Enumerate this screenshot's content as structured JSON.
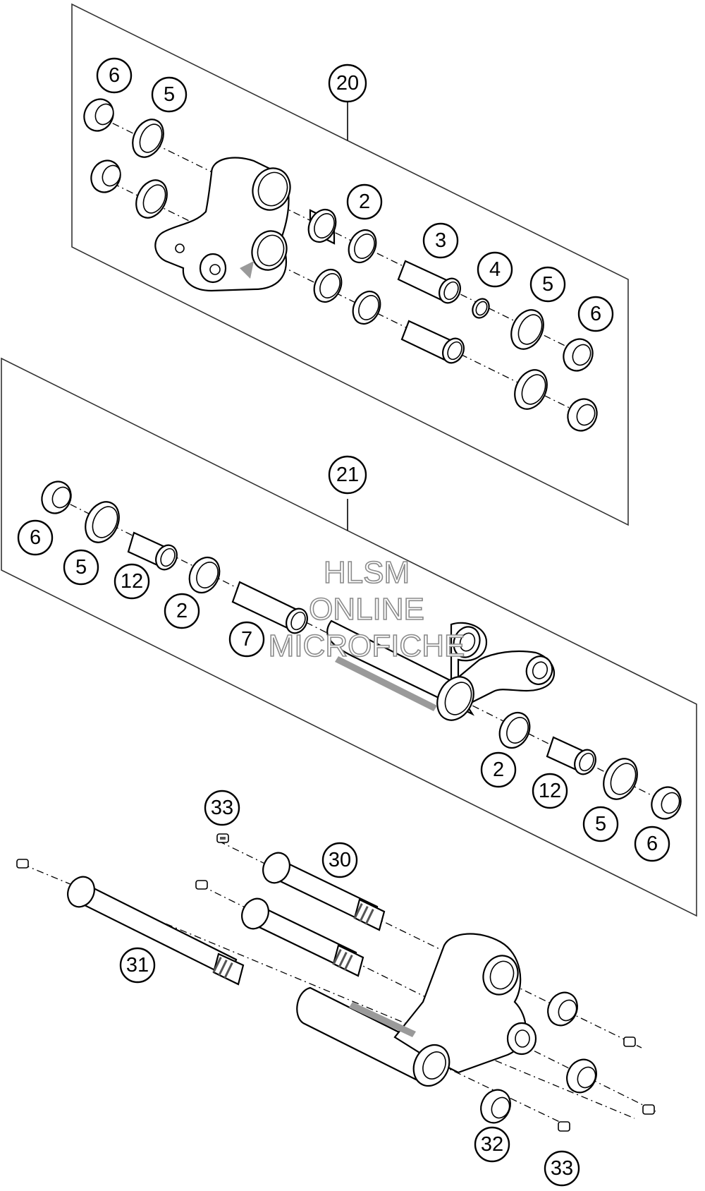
{
  "watermark": {
    "line1": "HLSM",
    "line2": "ONLINE",
    "line3": "MICROFICHE"
  },
  "callouts": [
    {
      "id": "c1",
      "label": "6"
    },
    {
      "id": "c2",
      "label": "5"
    },
    {
      "id": "c3",
      "label": "20"
    },
    {
      "id": "c4",
      "label": "2"
    },
    {
      "id": "c5",
      "label": "3"
    },
    {
      "id": "c6",
      "label": "4"
    },
    {
      "id": "c7",
      "label": "5"
    },
    {
      "id": "c8",
      "label": "6"
    },
    {
      "id": "c9",
      "label": "21"
    },
    {
      "id": "c10",
      "label": "6"
    },
    {
      "id": "c11",
      "label": "5"
    },
    {
      "id": "c12",
      "label": "12"
    },
    {
      "id": "c13",
      "label": "2"
    },
    {
      "id": "c14",
      "label": "7"
    },
    {
      "id": "c15",
      "label": "2"
    },
    {
      "id": "c16",
      "label": "12"
    },
    {
      "id": "c17",
      "label": "5"
    },
    {
      "id": "c18",
      "label": "6"
    },
    {
      "id": "c19",
      "label": "33"
    },
    {
      "id": "c20",
      "label": "30"
    },
    {
      "id": "c21",
      "label": "31"
    },
    {
      "id": "c22",
      "label": "32"
    },
    {
      "id": "c23",
      "label": "33"
    }
  ]
}
